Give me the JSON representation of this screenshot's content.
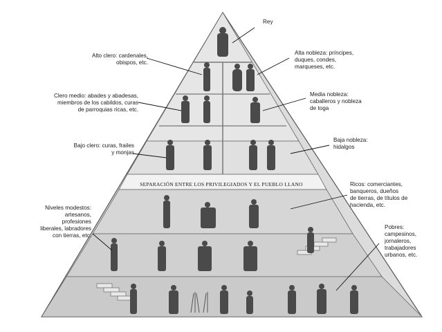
{
  "title": "",
  "colors": {
    "stone": "#d9d9d9",
    "stone_dark": "#b8b8b8",
    "outline": "#555555",
    "figure": "#3a3a3a",
    "leader": "#111111"
  },
  "labels": {
    "rey": "Rey",
    "alto_clero": "Alto clero: cardenales,\nobispos, etc.",
    "clero_medio": "Clero medio: abades y abadesas,\nmiembros de los cabildos, curas\nde parroquias ricas, etc.",
    "bajo_clero": "Bajo clero: curas, frailes\ny monjas",
    "alta_nobleza": "Alta nobleza: príncipes,\nduques, condes,\nmarqueses, etc.",
    "media_nobleza": "Media nobleza:\ncaballeros y nobleza\nde toga",
    "baja_nobleza": "Baja nobleza:\nhidalgos",
    "separacion": "Separación entre los privilegiados y el pueblo llano",
    "ricos": "Ricos: comerciantes,\nbanqueros, dueños\nde tierras, de títulos de\nhacienda, etc.",
    "niveles_modestos": "Niveles modestos:\nartesanos,\nprofesiones\nliberales, labradores\ncon tierras, etc.",
    "pobres": "Pobres:\ncampesinos,\njornaleros,\ntrabajadores\nurbanos, etc."
  }
}
